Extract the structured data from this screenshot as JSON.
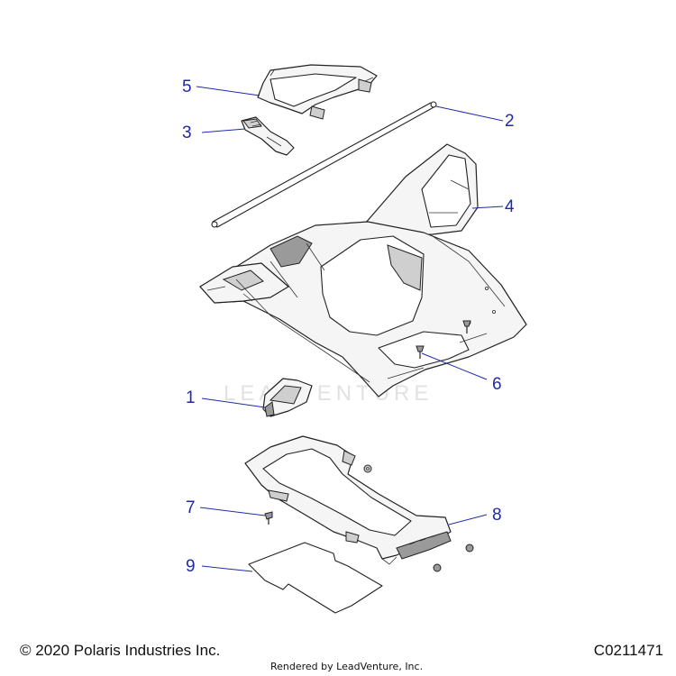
{
  "watermark": "LEADVENTURE",
  "copyright": "© 2020 Polaris Industries Inc.",
  "diagram_id": "C0211471",
  "rendered_by": "Rendered by LeadVenture, Inc.",
  "callouts": {
    "c1": "1",
    "c2": "2",
    "c3": "3",
    "c4": "4",
    "c5": "5",
    "c6": "6",
    "c7": "7",
    "c8": "8",
    "c9": "9"
  },
  "colors": {
    "callout": "#1f2aa8",
    "line": "#222222",
    "watermark": "#e2e2e2"
  }
}
